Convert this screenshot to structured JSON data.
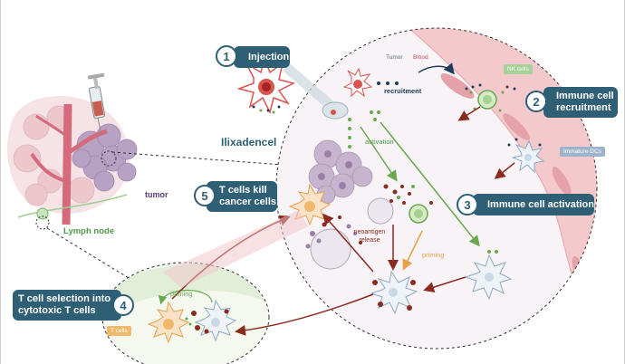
{
  "steps": [
    {
      "num": "1",
      "label": "Injection"
    },
    {
      "num": "2",
      "label": "Immune cell recruitment"
    },
    {
      "num": "3",
      "label": "Immune cell activation"
    },
    {
      "num": "4",
      "label": "T cell selection into cytotoxic T cells"
    },
    {
      "num": "5",
      "label": "T cells kill cancer cells"
    }
  ],
  "labels": {
    "drug": "Ilixadencel",
    "tumor": "tumor",
    "lymph_node": "Lymph node",
    "tumor_region": "Tumor",
    "blood_region": "Blood",
    "recruitment": "recruitment",
    "activation": "activation",
    "neoantigen_release": "neoantigen release",
    "priming_main": "priming",
    "priming_lymph": "priming"
  },
  "tags": {
    "nk_cells": "NK cells",
    "immature_dcs": "Immature DCs",
    "t_cells": "T cells"
  },
  "colors": {
    "step_box": "#2e5f75",
    "blood": "#f4c9cc",
    "activation_arrow": "#6aa84f",
    "recruit_arrow": "#8b2a1e",
    "priming": "#e8a049",
    "tumor_text": "#5b3b7a",
    "lymph_text": "#4e9a48"
  }
}
